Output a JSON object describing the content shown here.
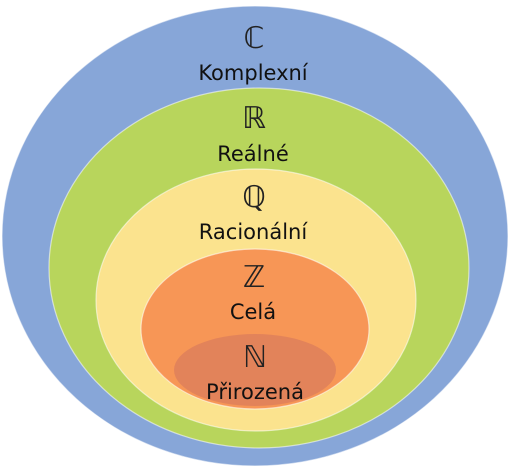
{
  "diagram": {
    "sets": [
      {
        "symbol": "ℂ",
        "label": "Komplexní",
        "color": "#87a6d8"
      },
      {
        "symbol": "ℝ",
        "label": "Reálné",
        "color": "#b8d55c"
      },
      {
        "symbol": "ℚ",
        "label": "Racionální",
        "color": "#fbe38e"
      },
      {
        "symbol": "ℤ",
        "label": "Celá",
        "color": "#f79656"
      },
      {
        "symbol": "ℕ",
        "label": "Přirozená",
        "color": "#e2835a"
      }
    ]
  }
}
